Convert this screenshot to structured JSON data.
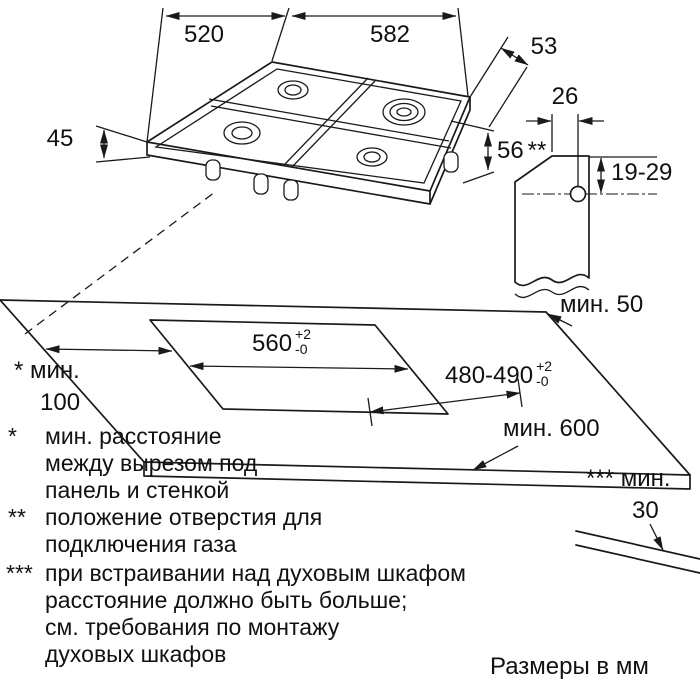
{
  "dimensions": {
    "hob_depth": "520",
    "hob_width": "582",
    "dim_53": "53",
    "dim_45": "45",
    "dim_56": "56",
    "dim_26": "26",
    "dim_19_29": "19-29",
    "gas_marker": "**",
    "cutout_width": {
      "value": "560",
      "tol_plus": "+2",
      "tol_minus": "-0"
    },
    "cutout_depth": {
      "value": "480-490",
      "tol_plus": "+2",
      "tol_minus": "-0"
    },
    "min_50": "мин. 50",
    "min_600": "мин. 600",
    "min_100": {
      "marker": "* мин.",
      "value": "100"
    },
    "min_30": {
      "marker": "*** мин.",
      "value": "30"
    }
  },
  "footnotes": [
    {
      "marker": "*",
      "lines": [
        "мин. расстояние",
        "между вырезом под",
        "панель и стенкой"
      ]
    },
    {
      "marker": "**",
      "lines": [
        "положение отверстия для",
        "подключения газа"
      ]
    },
    {
      "marker": "***",
      "lines": [
        "при встраивании над духовым шкафом",
        "расстояние должно быть больше;",
        "см. требования по монтажу",
        "духовых шкафов"
      ]
    }
  ],
  "units_caption": "Размеры в мм"
}
